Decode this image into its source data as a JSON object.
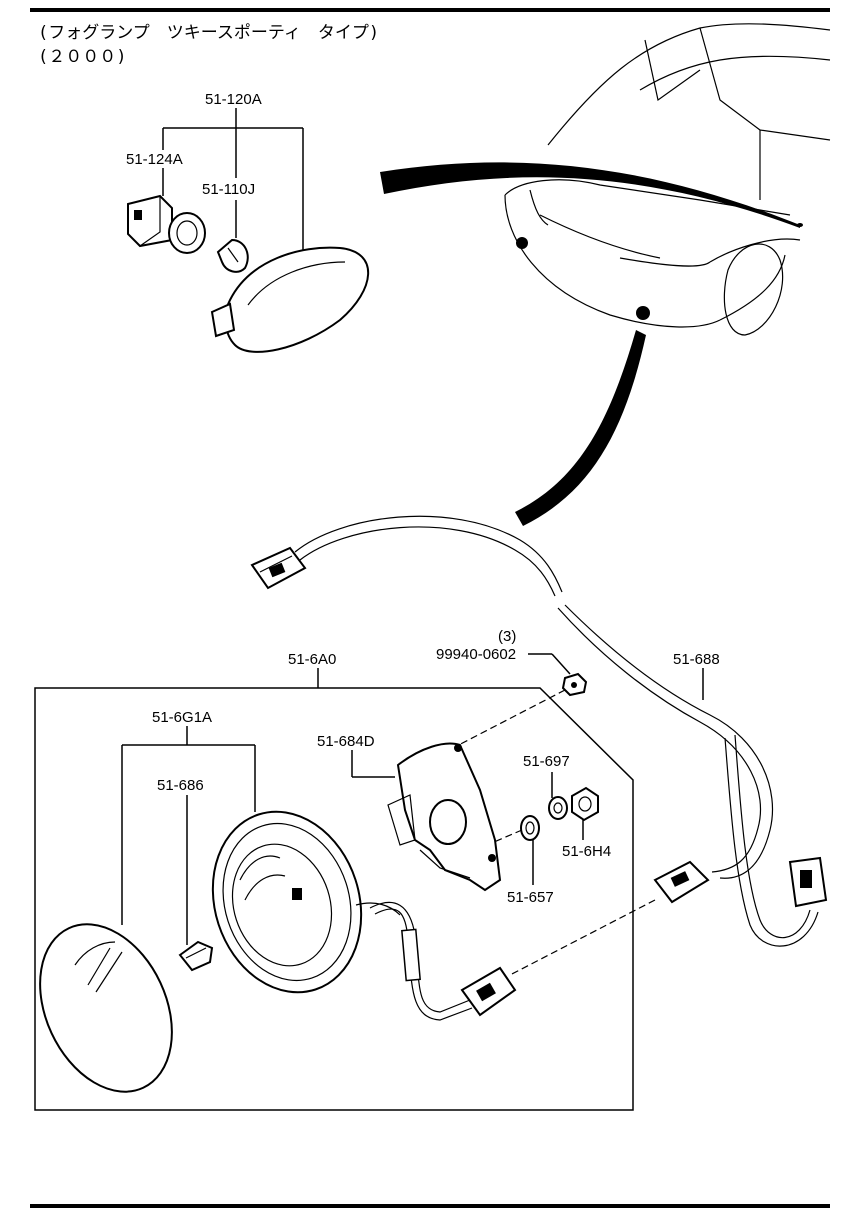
{
  "header": {
    "line1": "(フォグランプ　ツキースポーティ　タイプ)",
    "line2": "(２０００)"
  },
  "labels": {
    "p51_120A": "51-120A",
    "p51_124A": "51-124A",
    "p51_110J": "51-110J",
    "p51_6A0": "51-6A0",
    "qty": "(3)",
    "p99940_0602": "99940-0602",
    "p51_688": "51-688",
    "p51_6G1A": "51-6G1A",
    "p51_684D": "51-684D",
    "p51_697": "51-697",
    "p51_686": "51-686",
    "p51_6H4": "51-6H4",
    "p51_657": "51-657"
  }
}
